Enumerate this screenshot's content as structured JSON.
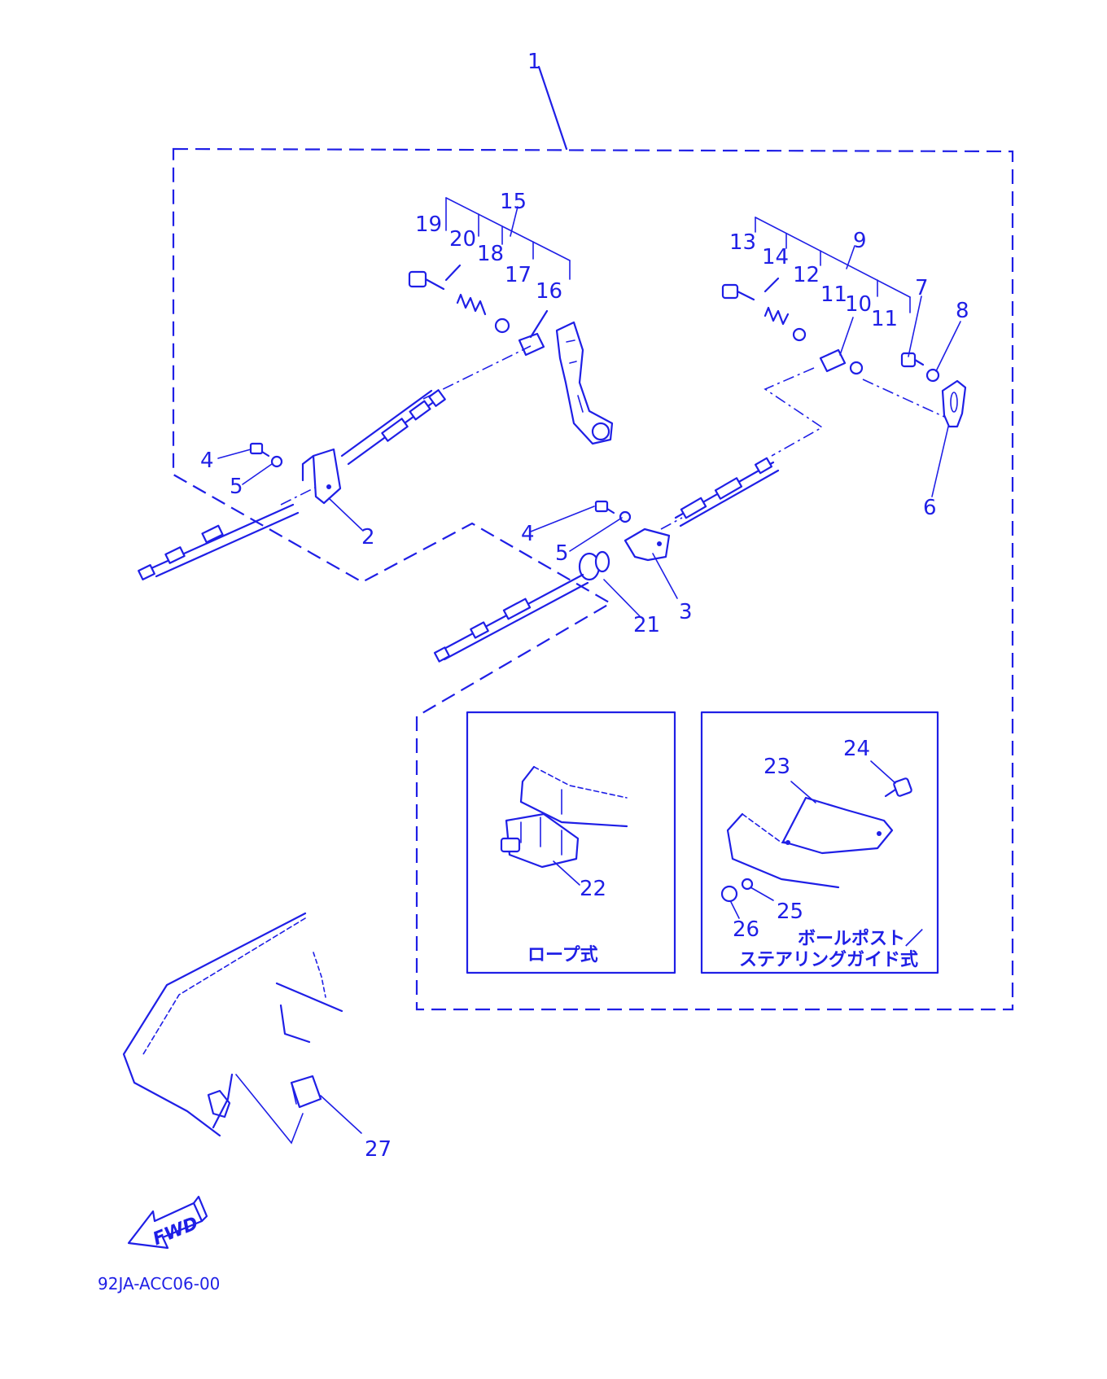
{
  "colors": {
    "ink": "#1f1fe6",
    "background": "#ffffff"
  },
  "callouts": {
    "c1": "1",
    "c2": "2",
    "c3": "3",
    "c4a": "4",
    "c4b": "4",
    "c5a": "5",
    "c5b": "5",
    "c6": "6",
    "c7": "7",
    "c8": "8",
    "c9": "9",
    "c10": "10",
    "c11a": "11",
    "c11b": "11",
    "c12": "12",
    "c13": "13",
    "c14": "14",
    "c15": "15",
    "c16": "16",
    "c17": "17",
    "c18": "18",
    "c19": "19",
    "c20": "20",
    "c21": "21",
    "c22": "22",
    "c23": "23",
    "c24": "24",
    "c25": "25",
    "c26": "26",
    "c27": "27"
  },
  "insets": {
    "rope_caption": "ロープ式",
    "ballpost_caption_line1": "ボールポスト／",
    "ballpost_caption_line2": "ステアリングガイド式"
  },
  "direction_label": "FWD",
  "drawing_reference": "92JA-ACC06-00"
}
